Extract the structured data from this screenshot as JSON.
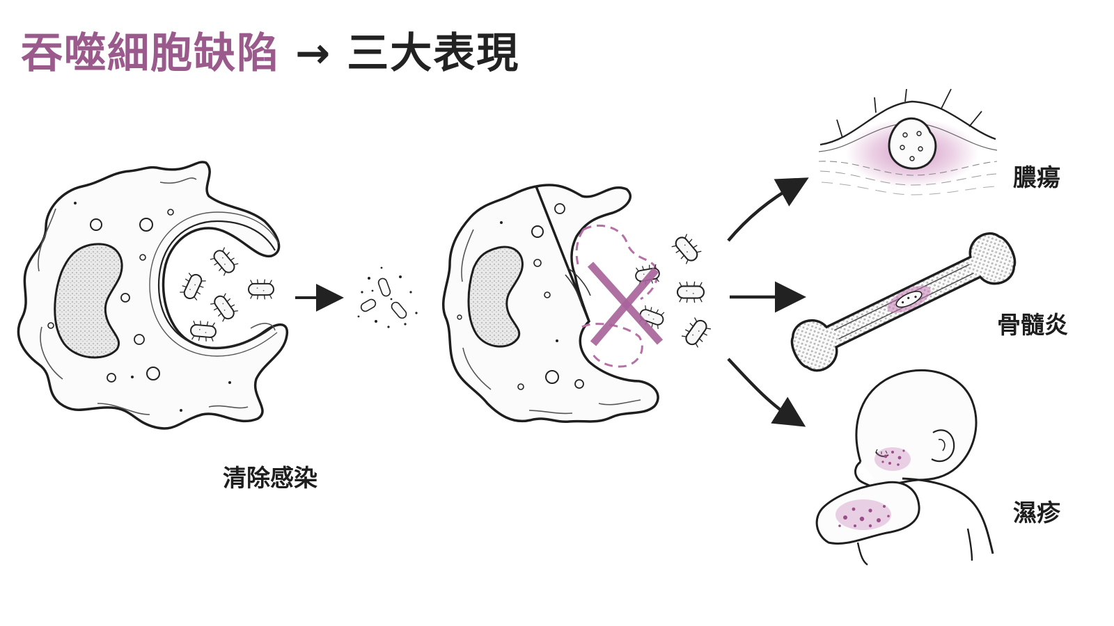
{
  "title": {
    "accent": "吞噬細胞缺陷",
    "arrow": "→",
    "rest": "三大表現"
  },
  "labels": {
    "clear": "清除感染",
    "abscess": "膿瘍",
    "osteomyelitis": "骨髓炎",
    "eczema": "濕疹"
  },
  "colors": {
    "accent": "#9a5a8c",
    "ink": "#222222",
    "pink": "#c77ab4"
  }
}
